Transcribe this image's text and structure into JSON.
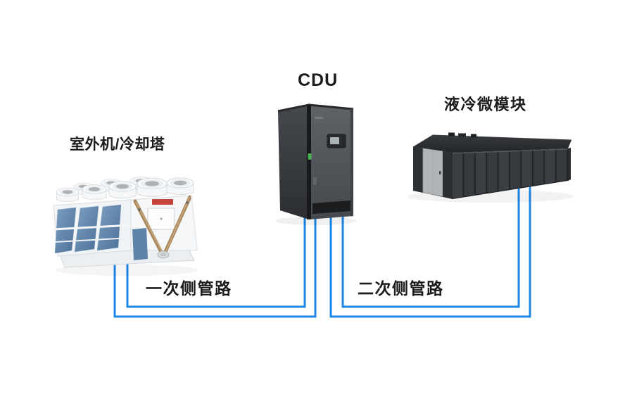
{
  "diagram": {
    "nodes": [
      {
        "id": "outdoor-unit",
        "label": "室外机/冷却塔"
      },
      {
        "id": "cdu",
        "label": "CDU"
      },
      {
        "id": "micro-module",
        "label": "液冷微模块"
      }
    ],
    "connections": [
      {
        "id": "primary-loop",
        "label": "一次侧管路",
        "from": "outdoor-unit",
        "to": "cdu",
        "color": "#1e87e6"
      },
      {
        "id": "secondary-loop",
        "label": "二次侧管路",
        "from": "cdu",
        "to": "micro-module",
        "color": "#1e87e6"
      }
    ],
    "colors": {
      "pipe_blue": "#1e87e6",
      "label_text": "#1b1b1b",
      "background": "#ffffff"
    }
  }
}
